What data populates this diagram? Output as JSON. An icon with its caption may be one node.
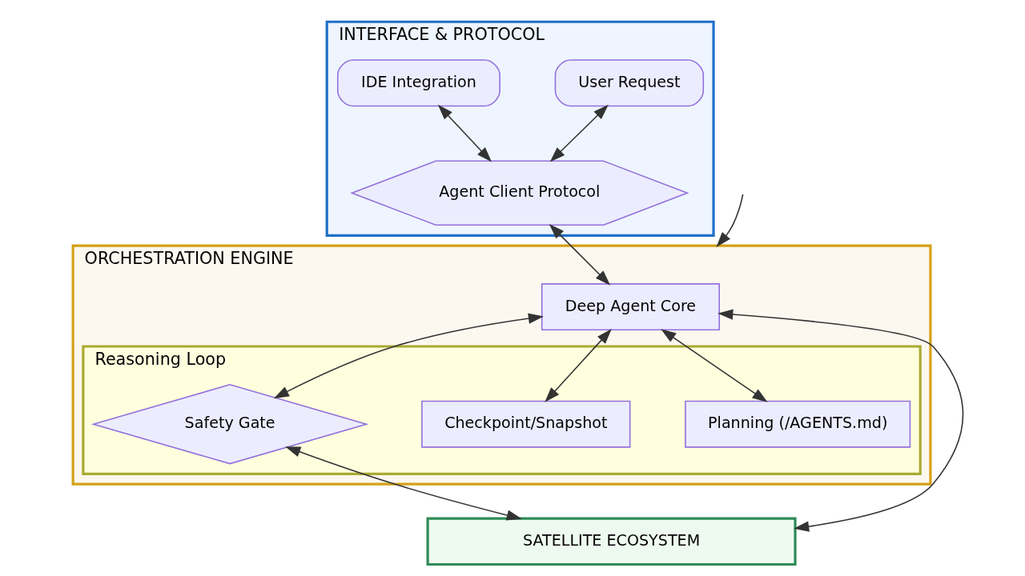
{
  "diagram": {
    "nodes": [
      {
        "text": [
          "INTERFACE & PROTOCOL"
        ]
      },
      {
        "text": [
          "User Request"
        ],
        "in": 0
      },
      {
        "text": [
          "IDE Integration"
        ],
        "in": 0
      },
      {
        "text": [
          "Agent Client Protocol"
        ],
        "in": 0
      },
      {
        "text": [
          "ORCHESTRATION ENGINE"
        ]
      },
      {
        "text": [
          "Deep Agent Core"
        ],
        "in": 4
      },
      {
        "text": [
          "Reasoning Loop"
        ],
        "in": 4
      },
      {
        "text": [
          "Planning (/AGENTS.md)"
        ],
        "in": 6
      },
      {
        "text": [
          "Checkpoint/Snapshot"
        ],
        "in": 6
      },
      {
        "text": [
          "Safety Gate"
        ],
        "in": 6
      },
      {
        "text": [
          "SATELLITE ECOSYSTEM"
        ]
      }
    ],
    "edges": [
      {
        "from": 1,
        "to": 3,
        "arrow": "both"
      },
      {
        "from": 2,
        "to": 3,
        "arrow": "both"
      },
      {
        "from": 3,
        "to": 5,
        "arrow": "both"
      },
      {
        "from": 5,
        "to": 7,
        "arrow": "both"
      },
      {
        "from": 5,
        "to": 8,
        "arrow": "both"
      },
      {
        "from": 5,
        "to": 9,
        "arrow": "both"
      },
      {
        "from": 9,
        "to": 10,
        "arrow": "both"
      },
      {
        "from": 5,
        "to": 10,
        "arrow": "both"
      },
      {
        "from": null,
        "to": 4,
        "arrow": "to"
      }
    ]
  }
}
